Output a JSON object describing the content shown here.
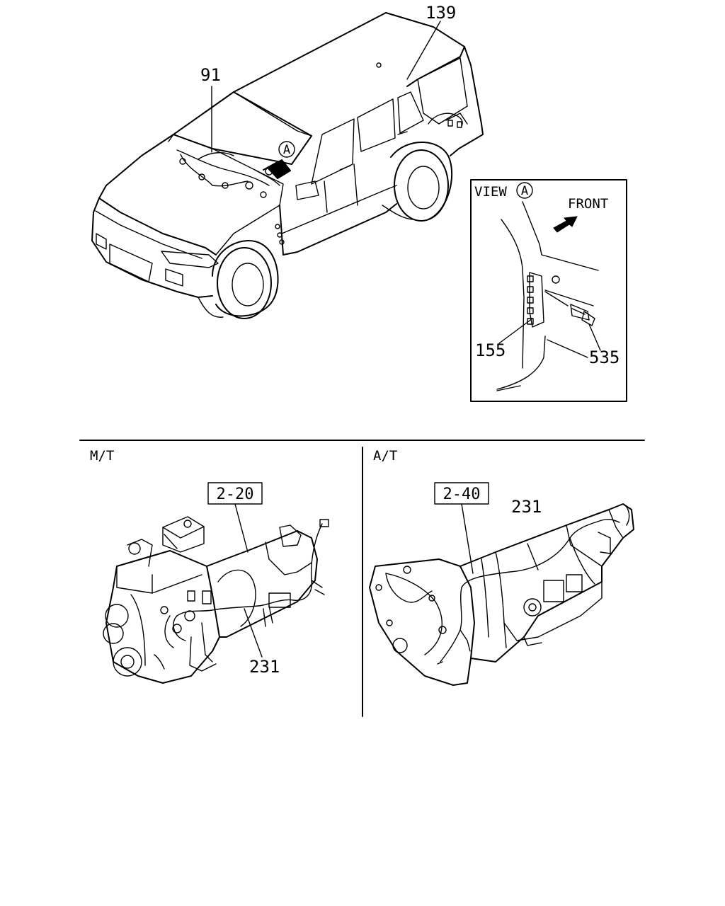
{
  "top": {
    "callouts": {
      "c139": "139",
      "c91": "91"
    },
    "view_marker": "A"
  },
  "view_inset": {
    "title": "VIEW",
    "marker": "A",
    "front_label": "FRONT",
    "callouts": {
      "c155": "155",
      "c535": "535"
    }
  },
  "mt_panel": {
    "label": "M/T",
    "ref_box": "2-20",
    "callout": "231"
  },
  "at_panel": {
    "label": "A/T",
    "ref_box": "2-40",
    "callout": "231"
  }
}
